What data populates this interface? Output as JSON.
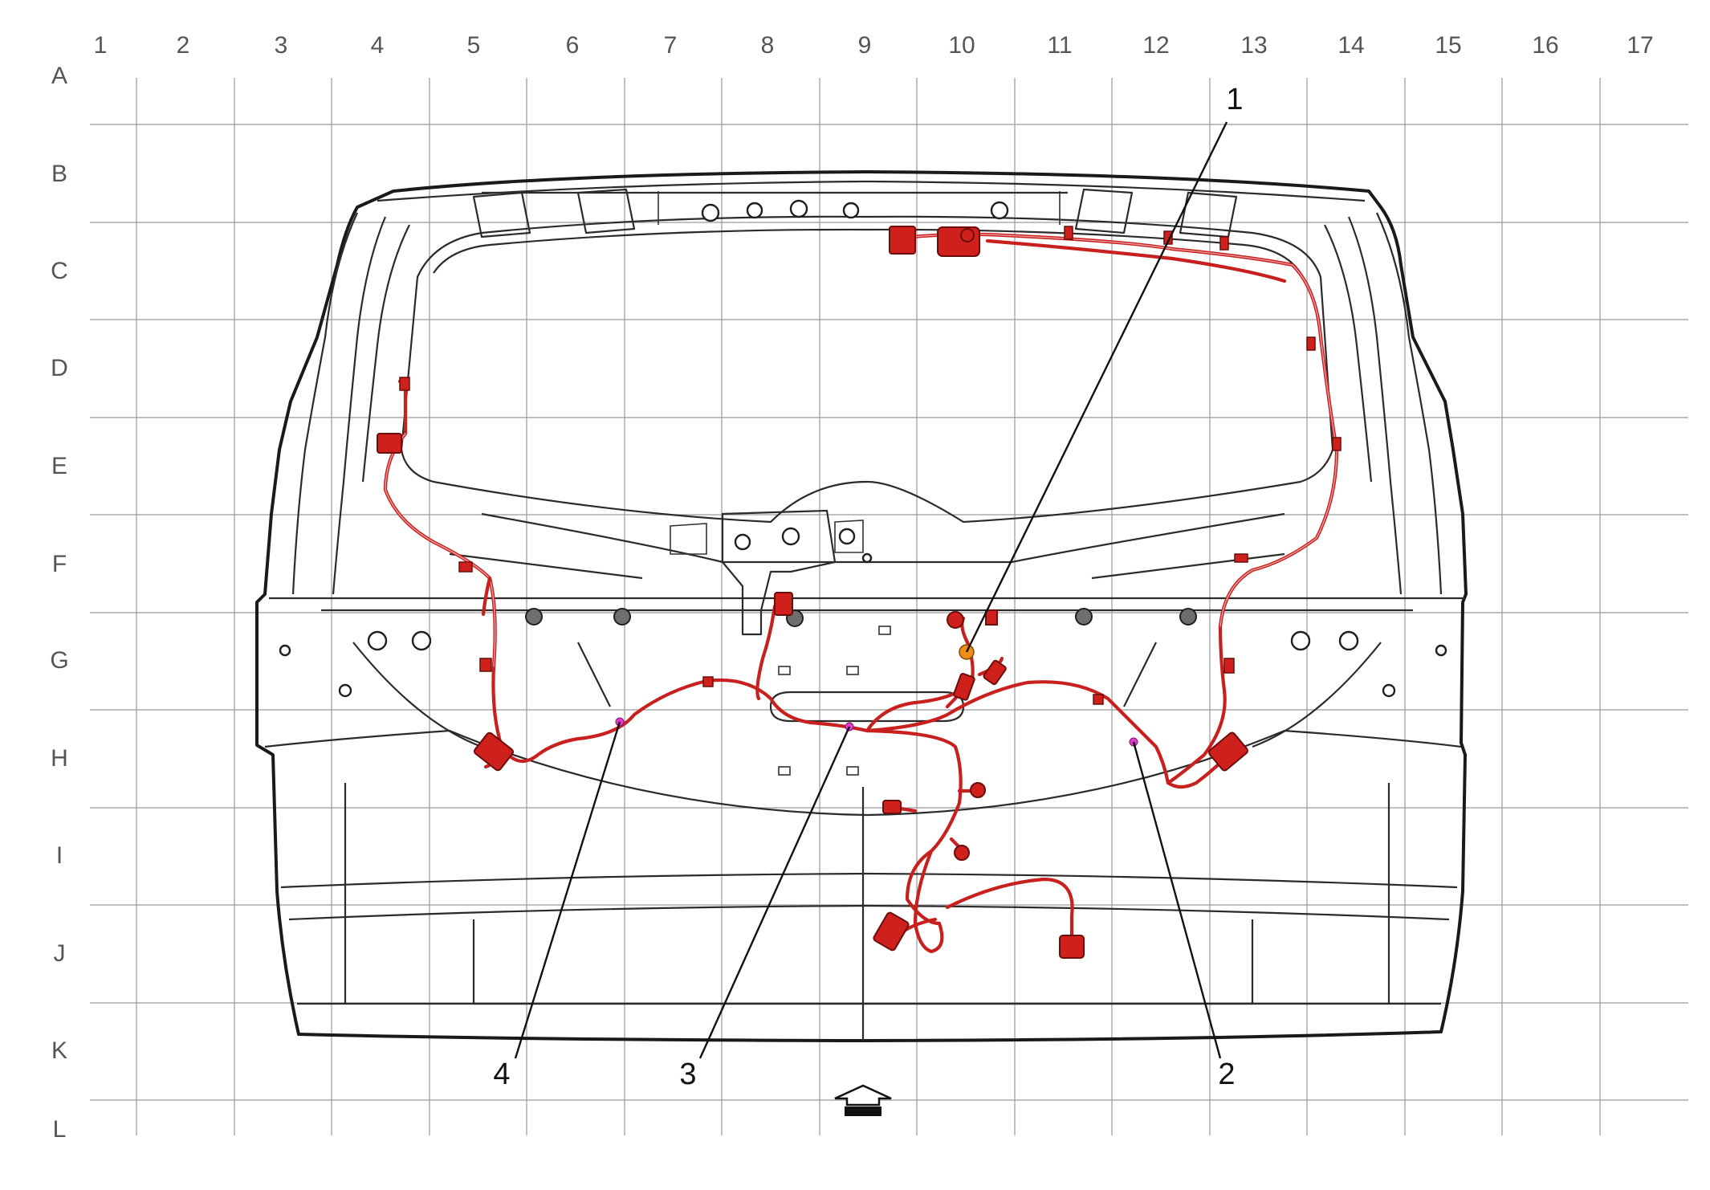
{
  "grid": {
    "columns": [
      "1",
      "2",
      "3",
      "4",
      "5",
      "6",
      "7",
      "8",
      "9",
      "10",
      "11",
      "12",
      "13",
      "14",
      "15",
      "16",
      "17"
    ],
    "rows": [
      "A",
      "B",
      "C",
      "D",
      "E",
      "F",
      "G",
      "H",
      "I",
      "J",
      "K",
      "L"
    ]
  },
  "callouts": [
    {
      "id": "callout-1",
      "label": "1"
    },
    {
      "id": "callout-2",
      "label": "2"
    },
    {
      "id": "callout-3",
      "label": "3"
    },
    {
      "id": "callout-4",
      "label": "4"
    }
  ],
  "colors": {
    "harness": "#c8201e",
    "panel": "#d4d0bd",
    "grid": "#9a9a9a",
    "marker_location": "#e43ad0",
    "marker_ground": "#f08c18"
  },
  "icons": {
    "orientation_arrow": "up-arrow-icon"
  }
}
